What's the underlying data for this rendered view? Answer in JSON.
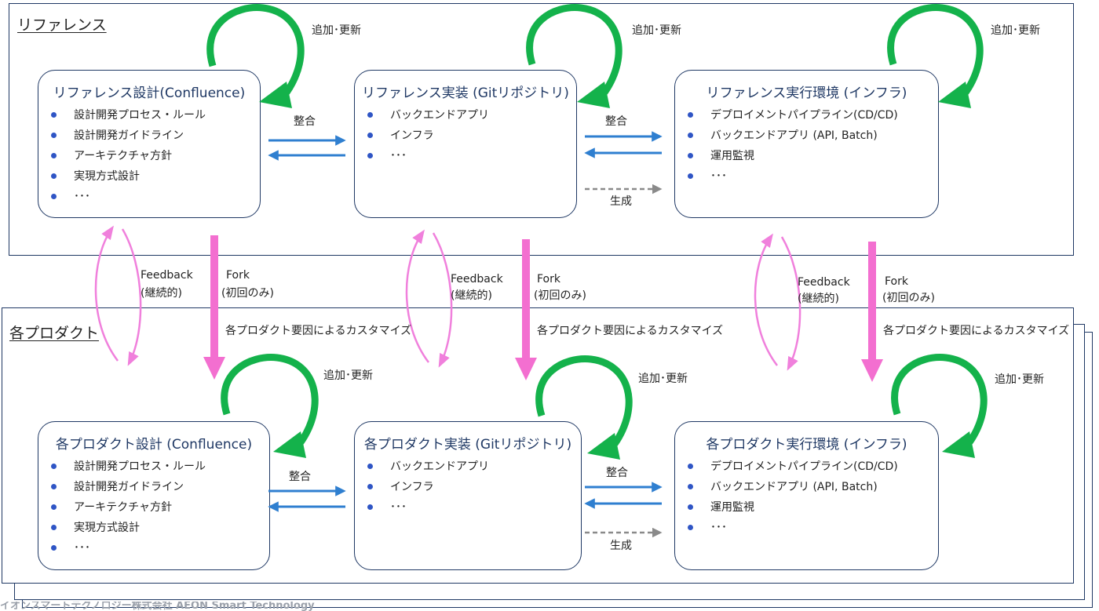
{
  "sections": {
    "reference_title": "リファレンス",
    "product_title": "各プロダクト"
  },
  "reference": {
    "design": {
      "title": "リファレンス設計(Confluence)",
      "items": [
        "設計開発プロセス・ルール",
        "設計開発ガイドライン",
        "アーキテクチャ方針",
        "実現方式設計",
        "･･･"
      ]
    },
    "impl": {
      "title": "リファレンス実装 (Gitリポジトリ)",
      "items": [
        "バックエンドアプリ",
        "インフラ",
        "･･･"
      ]
    },
    "env": {
      "title": "リファレンス実行環境 (インフラ)",
      "items": [
        "デプロイメントパイプライン(CD/CD)",
        "バックエンドアプリ (API, Batch)",
        "運用監視",
        "･･･"
      ]
    }
  },
  "product": {
    "design": {
      "title": "各プロダクト設計 (Confluence)",
      "items": [
        "設計開発プロセス・ルール",
        "設計開発ガイドライン",
        "アーキテクチャ方針",
        "実現方式設計",
        "･･･"
      ]
    },
    "impl": {
      "title": "各プロダクト実装 (Gitリポジトリ)",
      "items": [
        "バックエンドアプリ",
        "インフラ",
        "･･･"
      ]
    },
    "env": {
      "title": "各プロダクト実行環境 (インフラ)",
      "items": [
        "デプロイメントパイプライン(CD/CD)",
        "バックエンドアプリ (API, Batch)",
        "運用監視",
        "･･･"
      ]
    }
  },
  "labels": {
    "add_update": "追加･更新",
    "align": "整合",
    "generate": "生成",
    "feedback": "Feedback",
    "feedback_sub": "(継続的)",
    "fork": "Fork",
    "fork_sub": "(初回のみ)",
    "customize": "各プロダクト要因によるカスタマイズ"
  },
  "footer": "イオンスマートテクノロジー株式会社 AEON Smart Technology",
  "colors": {
    "frame_border": "#1f3864",
    "card_title": "#1f3864",
    "bullet": "#2f55c5",
    "loop_arrow": "#14b24b",
    "align_arrow": "#2f7fd0",
    "generate_arrow": "#8a8a8a",
    "fork_arrow": "#f36fd0",
    "feedback_arrow": "#f080dc"
  }
}
